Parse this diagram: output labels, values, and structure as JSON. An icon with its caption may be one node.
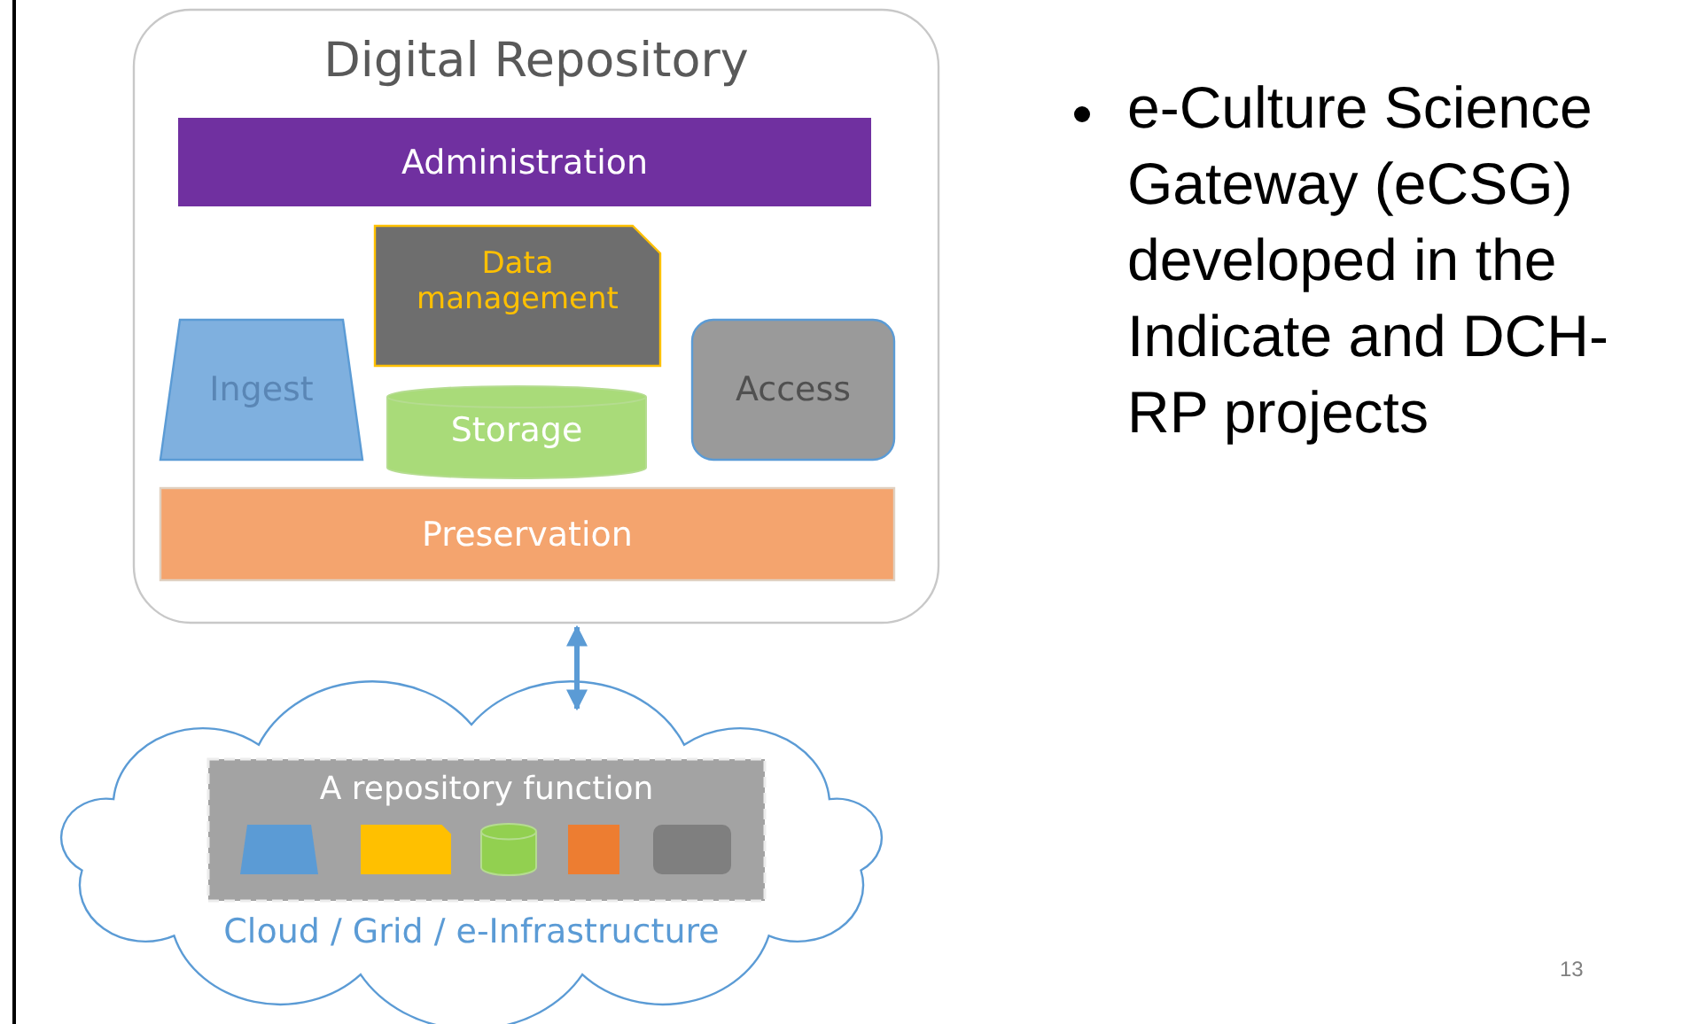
{
  "diagram": {
    "nodes": [
      {
        "text": [
          "Digital Repository"
        ]
      },
      {
        "text": [
          "Administration"
        ],
        "in": 0
      },
      {
        "text": [
          "Data management"
        ],
        "in": 0
      },
      {
        "text": [
          "Ingest"
        ],
        "in": 0
      },
      {
        "text": [
          "Storage"
        ],
        "in": 0
      },
      {
        "text": [
          "Access"
        ],
        "in": 0
      },
      {
        "text": [
          "Preservation"
        ],
        "in": 0
      },
      {
        "text": [
          "Cloud / Grid / e-Infrastructure"
        ]
      },
      {
        "text": [
          "A repository function"
        ],
        "in": 7
      },
      {
        "text": [],
        "shape": "trapezoid",
        "in": 8
      },
      {
        "text": [],
        "shape": "box",
        "in": 8
      },
      {
        "text": [],
        "shape": "cylinder",
        "in": 8
      },
      {
        "text": [],
        "shape": "box",
        "in": 8
      },
      {
        "text": [],
        "shape": "box",
        "in": 8
      }
    ],
    "edges": [
      {
        "from": 0,
        "to": 7,
        "arrow": "both"
      }
    ],
    "labels": [
      "e-Culture Science Gateway (eCSG) developed in the Indicate and DCH-RP projects",
      "13"
    ]
  }
}
